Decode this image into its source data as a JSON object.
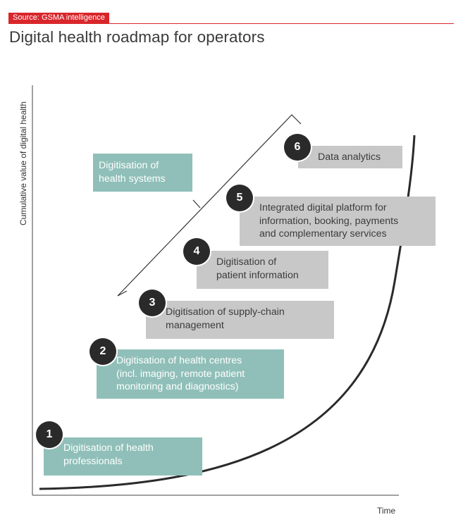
{
  "source": "Source: GSMA intelligence",
  "title": "Digital health roadmap for operators",
  "y_axis_label": "Cumulative value of digital health",
  "x_axis_label": "Time",
  "bracket_label": "Digitisation of\nhealth systems",
  "steps": [
    {
      "number": "1",
      "label": "Digitisation of health\nprofessionals"
    },
    {
      "number": "2",
      "label": "Digitisation of health centres\n(incl. imaging, remote patient\nmonitoring and diagnostics)"
    },
    {
      "number": "3",
      "label": "Digitisation of supply-chain\nmanagement"
    },
    {
      "number": "4",
      "label": "Digitisation of\npatient information"
    },
    {
      "number": "5",
      "label": "Integrated digital platform for\ninformation, booking, payments\nand complementary services"
    },
    {
      "number": "6",
      "label": "Data analytics"
    }
  ],
  "colors": {
    "accent": "#d9262b",
    "teal": "#8fbfb8",
    "grey": "#c9c8c9",
    "badge": "#2b2a2a"
  }
}
